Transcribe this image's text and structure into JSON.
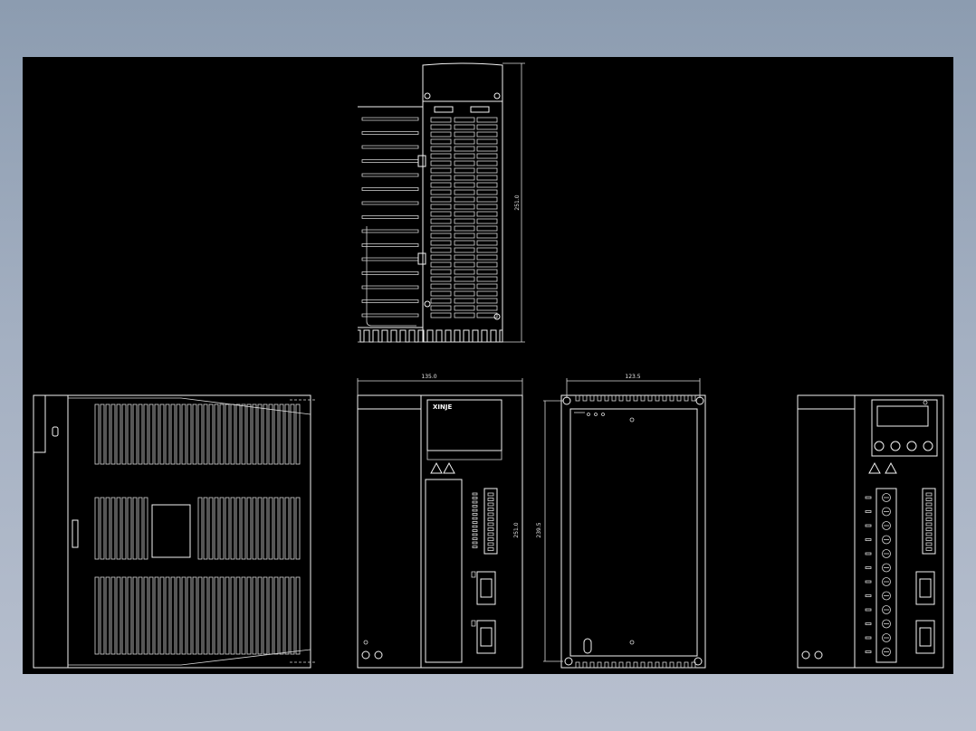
{
  "background_colors": {
    "desktop": "#9aa8bb",
    "canvas": "#000000",
    "lines": "#f2f2f2"
  },
  "dimensions": {
    "front_width": "135.0",
    "front_height": "251.0",
    "top_height": "251.0",
    "back_width": "123.5",
    "back_height": "239.5"
  },
  "labels": {
    "logo": "XINJE"
  },
  "views": [
    "top-view",
    "side-view",
    "front-view",
    "back-view",
    "right-front-view"
  ]
}
